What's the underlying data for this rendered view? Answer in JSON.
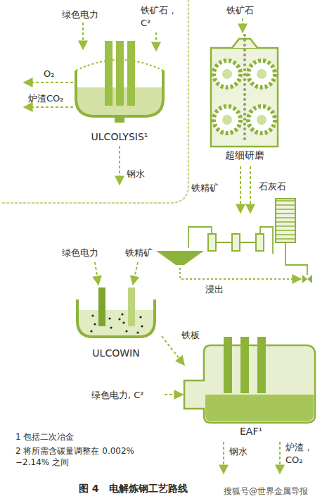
{
  "diagram": {
    "caption": "图 4　电解炼钢工艺路线",
    "nodes": [
      {
        "text": [
          "ULCOLYSIS¹"
        ]
      },
      {
        "text": [
          "超细研磨"
        ]
      },
      {
        "text": [
          "ULCOWIN"
        ]
      },
      {
        "text": [
          "EAF¹"
        ]
      }
    ],
    "edges": [
      {
        "from": 2,
        "to": 3,
        "arrow": "to",
        "label": "铁板"
      }
    ],
    "labels": [
      "绿色电力",
      "铁矿石， C²",
      "O₂",
      "炉渣CO₂",
      "钢水",
      "铁矿石",
      "铁精矿",
      "石灰石",
      "绿色电力",
      "铁精矿",
      "浸出",
      "绿色电力, C²",
      "钢水",
      "炉渣， CO₂",
      "1 包括二次冶金",
      "2 将所需含碳量调整在 0.002%−2.14% 之间",
      "搜狐号@世界金属导报"
    ]
  }
}
